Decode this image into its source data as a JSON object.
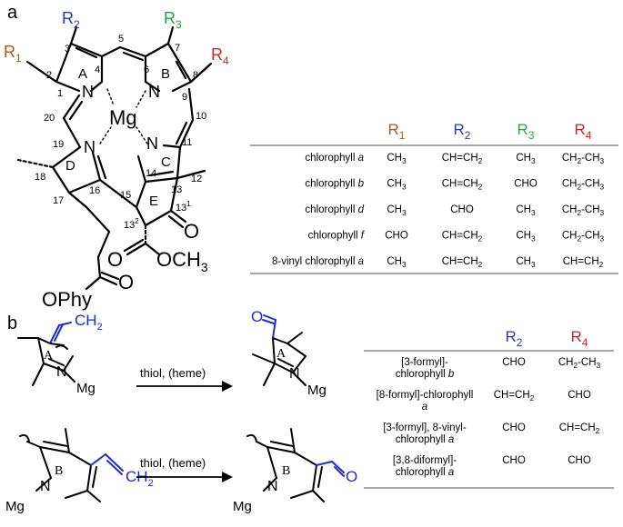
{
  "panel_a": {
    "label": "a",
    "molecule": {
      "metal": "Mg",
      "rings": [
        "A",
        "B",
        "C",
        "D",
        "E"
      ],
      "n_atom": "N",
      "positions": [
        "1",
        "2",
        "3",
        "4",
        "5",
        "6",
        "7",
        "8",
        "9",
        "10",
        "11",
        "12",
        "13",
        "14",
        "15",
        "16",
        "17",
        "18",
        "19",
        "20"
      ],
      "pos_13_1": "13",
      "sup_1": "1",
      "pos_13_2": "13",
      "sup_2": "2",
      "carbonyl_o": "O",
      "ester_o": "O",
      "ester_och3": "OCH",
      "ester_sub3": "3",
      "ophy": "OPhy",
      "r1": "R",
      "r1_sub": "1",
      "r2": "R",
      "r2_sub": "2",
      "r3": "R",
      "r3_sub": "3",
      "r4": "R",
      "r4_sub": "4"
    },
    "table": {
      "headers": [
        {
          "r": "R",
          "sub": "1",
          "color": "#9a5d28"
        },
        {
          "r": "R",
          "sub": "2",
          "color": "#2b3a9c"
        },
        {
          "r": "R",
          "sub": "3",
          "color": "#2aa048"
        },
        {
          "r": "R",
          "sub": "4",
          "color": "#c42a2a"
        }
      ],
      "rows": [
        {
          "name": "chlorophyll ",
          "italic": "a",
          "r1": {
            "m": "CH",
            "s": "3",
            "e": ""
          },
          "r2": {
            "m": "CH=CH",
            "s": "2",
            "e": ""
          },
          "r3": {
            "m": "CH",
            "s": "3",
            "e": ""
          },
          "r4": {
            "m": "CH",
            "s": "2",
            "e": "-CH",
            "s2": "3"
          }
        },
        {
          "name": "chlorophyll ",
          "italic": "b",
          "r1": {
            "m": "CH",
            "s": "3",
            "e": ""
          },
          "r2": {
            "m": "CH=CH",
            "s": "2",
            "e": ""
          },
          "r3": {
            "m": "CHO",
            "s": "",
            "e": ""
          },
          "r4": {
            "m": "CH",
            "s": "2",
            "e": "-CH",
            "s2": "3"
          }
        },
        {
          "name": "chlorophyll ",
          "italic": "d",
          "r1": {
            "m": "CH",
            "s": "3",
            "e": ""
          },
          "r2": {
            "m": "CHO",
            "s": "",
            "e": ""
          },
          "r3": {
            "m": "CH",
            "s": "3",
            "e": ""
          },
          "r4": {
            "m": "CH",
            "s": "2",
            "e": "-CH",
            "s2": "3"
          }
        },
        {
          "name": "chlorophyll ",
          "italic": "f",
          "r1": {
            "m": "CHO",
            "s": "",
            "e": ""
          },
          "r2": {
            "m": "CH=CH",
            "s": "2",
            "e": ""
          },
          "r3": {
            "m": "CH",
            "s": "3",
            "e": ""
          },
          "r4": {
            "m": "CH",
            "s": "2",
            "e": "-CH",
            "s2": "3"
          }
        },
        {
          "name": "8-vinyl chlorophyll ",
          "italic": "a",
          "r1": {
            "m": "CH",
            "s": "3",
            "e": ""
          },
          "r2": {
            "m": "CH=CH",
            "s": "2",
            "e": ""
          },
          "r3": {
            "m": "CH",
            "s": "3",
            "e": ""
          },
          "r4": {
            "m": "CH=CH",
            "s": "2",
            "e": ""
          }
        }
      ]
    }
  },
  "panel_b": {
    "label": "b",
    "reaction_top": {
      "reagent": "thiol, (heme)",
      "reactant_group": "CH",
      "reactant_group_sub": "2",
      "product_group": "O",
      "ring": "A",
      "n_atom": "N",
      "metal": "Mg"
    },
    "reaction_bottom": {
      "reagent": "thiol, (heme)",
      "reactant_group": "CH",
      "reactant_group_sub": "2",
      "product_group": "O",
      "ring": "B",
      "n_atom": "N",
      "metal": "Mg"
    },
    "table": {
      "headers": [
        {
          "r": "R",
          "sub": "2",
          "color": "#2b3a9c"
        },
        {
          "r": "R",
          "sub": "4",
          "color": "#c42a2a"
        }
      ],
      "rows": [
        {
          "line1": "[3-formyl]-",
          "line2": "chlorophyll ",
          "italic": "b",
          "r2": {
            "m": "CHO",
            "s": "",
            "e": ""
          },
          "r4": {
            "m": "CH",
            "s": "2",
            "e": "-CH",
            "s2": "3"
          }
        },
        {
          "line1": "[8-formyl]-chlorophyll",
          "line2": "",
          "italic": "a",
          "r2": {
            "m": "CH=CH",
            "s": "2",
            "e": ""
          },
          "r4": {
            "m": "CHO",
            "s": "",
            "e": ""
          }
        },
        {
          "line1": "[3-formyl], 8-vinyl-",
          "line2": "chlorophyll ",
          "italic": "a",
          "r2": {
            "m": "CHO",
            "s": "",
            "e": ""
          },
          "r4": {
            "m": "CH=CH",
            "s": "2",
            "e": ""
          }
        },
        {
          "line1": "[3,8-diformyl]-",
          "line2": "chlorophyll ",
          "italic": "a",
          "r2": {
            "m": "CHO",
            "s": "",
            "e": ""
          },
          "r4": {
            "m": "CHO",
            "s": "",
            "e": ""
          }
        }
      ]
    }
  },
  "colors": {
    "r1": "#9a5d28",
    "r2": "#2b3a9c",
    "r3": "#2aa048",
    "r4": "#c42a2a",
    "highlight": "#1f2bd0",
    "ink": "#000000",
    "rule": "#8a8a8a"
  }
}
